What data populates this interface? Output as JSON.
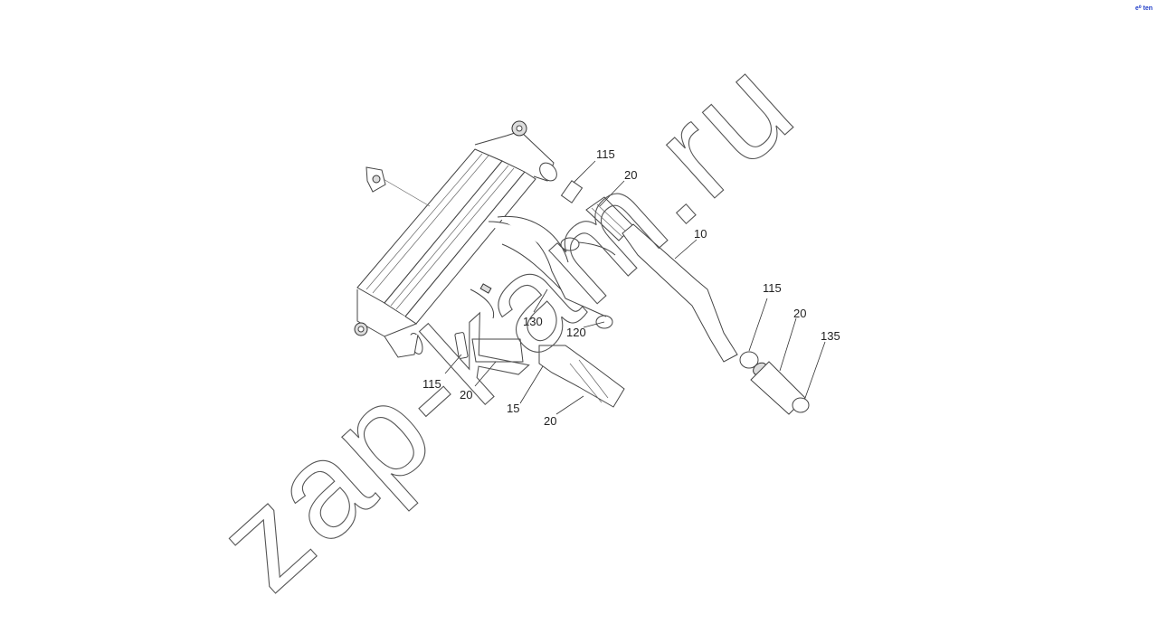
{
  "watermark": {
    "text": "zap-kam.ru"
  },
  "corner_badge": {
    "text": "e⁰ ten"
  },
  "colors": {
    "badge": "#1e3cc8",
    "line": "#333333",
    "background": "#ffffff"
  },
  "callouts": [
    {
      "id": "c1",
      "label": "115"
    },
    {
      "id": "c2",
      "label": "20"
    },
    {
      "id": "c3",
      "label": "10"
    },
    {
      "id": "c4",
      "label": "115"
    },
    {
      "id": "c5",
      "label": "20"
    },
    {
      "id": "c6",
      "label": "135"
    },
    {
      "id": "c7",
      "label": "130"
    },
    {
      "id": "c8",
      "label": "120"
    },
    {
      "id": "c9",
      "label": "115"
    },
    {
      "id": "c10",
      "label": "20"
    },
    {
      "id": "c11",
      "label": "15"
    },
    {
      "id": "c12",
      "label": "20"
    }
  ]
}
